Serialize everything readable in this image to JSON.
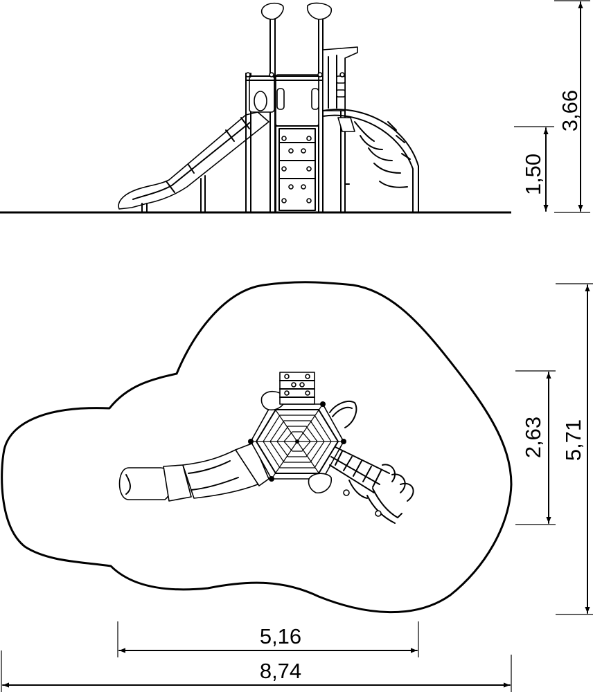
{
  "dimensions": {
    "height_total": "3,66",
    "height_platform": "1,50",
    "depth_area": "5,71",
    "depth_equipment": "2,63",
    "width_equipment": "5,16",
    "width_area": "8,74"
  },
  "colors": {
    "line": "#000000",
    "background": "#ffffff"
  }
}
